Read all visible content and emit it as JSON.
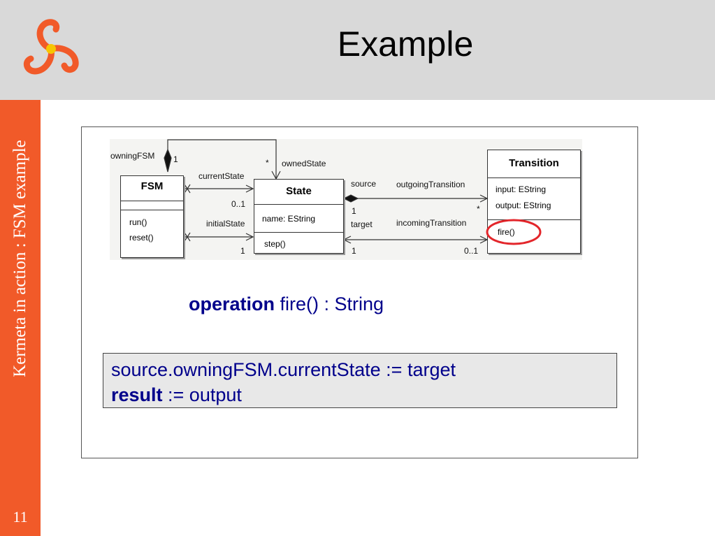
{
  "header": {
    "title": "Example",
    "logo_icon": "kermeta-triskel-logo-icon"
  },
  "sidebar": {
    "vertical_text": "Kermeta in action : FSM example",
    "page_number": "11"
  },
  "colors": {
    "header_bg": "#d9d9d9",
    "sidebar_bg": "#f15a29",
    "code_text": "#00008b",
    "highlight_ellipse": "#e3262b"
  },
  "diagram": {
    "classes": {
      "fsm": {
        "name": "FSM",
        "attributes": [],
        "operations": [
          "run()",
          "reset()"
        ]
      },
      "state": {
        "name": "State",
        "attributes": [
          "name: EString"
        ],
        "operations": [
          "step()"
        ]
      },
      "transition": {
        "name": "Transition",
        "attributes": [
          "input: EString",
          "output: EString"
        ],
        "operations": [
          "fire()"
        ]
      }
    },
    "labels": {
      "owning_fsm": "owningFSM",
      "owning_fsm_mult": "1",
      "owned_state": "ownedState",
      "owned_state_mult": "*",
      "current_state": "currentState",
      "current_state_mult": "0..1",
      "initial_state": "initialState",
      "initial_state_mult": "1",
      "source": "source",
      "source_mult": "1",
      "target": "target",
      "target_mult": "1",
      "outgoing_transition": "outgoingTransition",
      "outgoing_mult": "*",
      "incoming_transition": "incomingTransition",
      "incoming_mult": "0..1"
    }
  },
  "operation": {
    "keyword": "operation",
    "signature": " fire() : String"
  },
  "code": {
    "line1": "source.owningFSM.currentState := target",
    "line2_keyword": "result",
    "line2_rest": " := output"
  }
}
